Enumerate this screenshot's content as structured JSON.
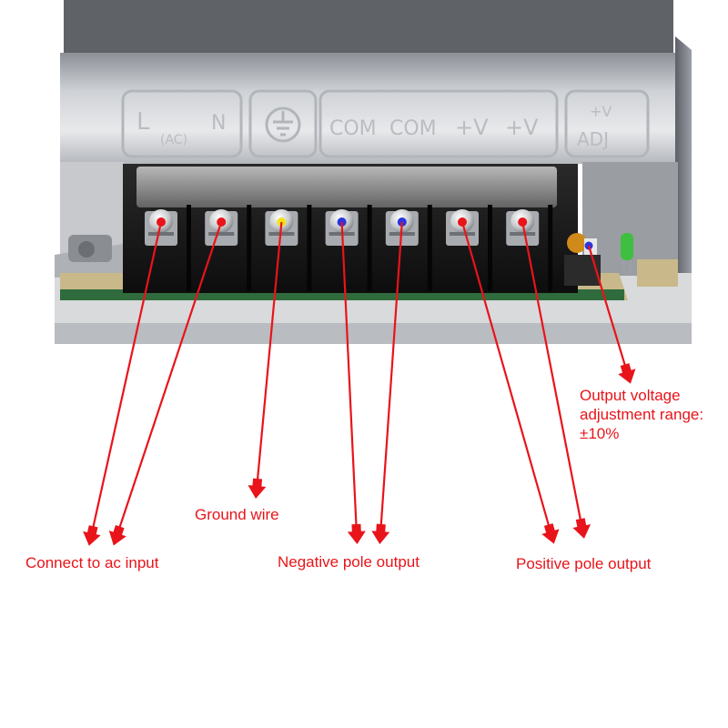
{
  "device": {
    "panel_labels": {
      "l": "L",
      "n": "N",
      "ac": "(AC)",
      "com1": "COM",
      "com2": "COM",
      "v1": "+V",
      "v2": "+V",
      "adj_top": "+V",
      "adj_bottom": "ADJ"
    },
    "terminal_count": 7,
    "terminal_dot_colors": [
      "#e8141a",
      "#e8141a",
      "#f2e21a",
      "#2a35e0",
      "#2a35e0",
      "#e8141a",
      "#e8141a"
    ],
    "adj_dot_color": "#2a35e0"
  },
  "annotations": {
    "connect_ac": "Connect to ac input",
    "ground": "Ground wire",
    "negative": "Negative pole output",
    "positive": "Positive pole output",
    "adjustment": "Output voltage adjustment range:±10%"
  },
  "colors": {
    "arrow": "#e8141a"
  }
}
